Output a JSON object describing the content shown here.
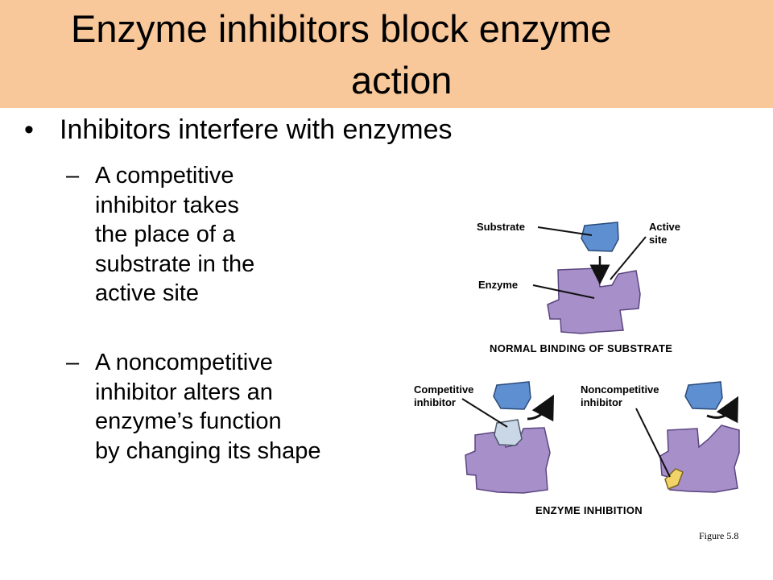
{
  "slide": {
    "title_line1": "Enzyme inhibitors block enzyme",
    "title_line2": "action",
    "bullet": "Inhibitors interfere with enzymes",
    "sub1_dash": "–",
    "sub1": "A competitive\ninhibitor takes\nthe place of a\nsubstrate in the\nactive site",
    "sub2_dash": "–",
    "sub2": "A noncompetitive\ninhibitor alters an\nenzyme’s function\nby changing its shape"
  },
  "figure": {
    "label_substrate": "Substrate",
    "label_active_site_1": "Active",
    "label_active_site_2": "site",
    "label_enzyme": "Enzyme",
    "caption_normal": "NORMAL BINDING OF SUBSTRATE",
    "label_competitive_1": "Competitive",
    "label_competitive_2": "inhibitor",
    "label_noncompetitive_1": "Noncompetitive",
    "label_noncompetitive_2": "inhibitor",
    "caption_inhibition": "ENZYME INHIBITION",
    "figure_number": "Figure 5.8"
  },
  "colors": {
    "title_bar": "#f9c89a",
    "enzyme_fill": "#a78fc9",
    "substrate_fill": "#5e8fd0",
    "competitive_inhibitor_fill": "#c9d7e6",
    "noncompetitive_inhibitor_fill": "#f2d36a"
  }
}
